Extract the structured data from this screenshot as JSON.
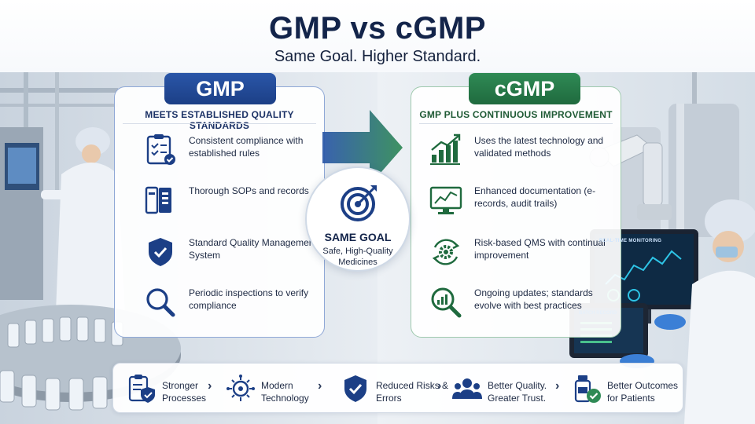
{
  "header": {
    "title": "GMP vs cGMP",
    "subtitle": "Same Goal. Higher Standard."
  },
  "gmp": {
    "label": "GMP",
    "subtitle": "MEETS ESTABLISHED QUALITY STANDARDS",
    "items": [
      {
        "icon": "checklist-icon",
        "text": "Consistent compliance with established rules"
      },
      {
        "icon": "binders-icon",
        "text": "Thorough SOPs and records"
      },
      {
        "icon": "shield-check-icon",
        "text": "Standard Quality Management System"
      },
      {
        "icon": "magnifier-icon",
        "text": "Periodic inspections to verify compliance"
      }
    ]
  },
  "cgmp": {
    "label": "cGMP",
    "subtitle": "GMP PLUS CONTINUOUS IMPROVEMENT",
    "items": [
      {
        "icon": "growth-chart-icon",
        "text": "Uses the latest technology and validated methods"
      },
      {
        "icon": "monitor-chart-icon",
        "text": "Enhanced documentation (e-records, audit trails)"
      },
      {
        "icon": "gear-cycle-icon",
        "text": "Risk-based QMS with continual improvement"
      },
      {
        "icon": "magnifier-chart-icon",
        "text": "Ongoing updates; standards evolve with best practices"
      }
    ]
  },
  "goal": {
    "icon": "target-icon",
    "title": "SAME GOAL",
    "desc": "Safe, High-Quality Medicines"
  },
  "benefits": [
    {
      "icon": "clipboard-shield-icon",
      "text": "Stronger Processes"
    },
    {
      "icon": "tech-gear-icon",
      "text": "Modern Technology"
    },
    {
      "icon": "shield-check-icon",
      "text": "Reduced Risks & Errors"
    },
    {
      "icon": "people-icon",
      "text": "Better Quality. Greater Trust."
    },
    {
      "icon": "bottle-check-icon",
      "text": "Better Outcomes for Patients"
    }
  ],
  "screens": {
    "monitor_title": "REAL-TIME MONITORING",
    "tablet_title": "BATCH RECORD"
  },
  "colors": {
    "gmp_blue": "#1c3f86",
    "cgmp_green": "#1f6a3e",
    "navy_text": "#13244a"
  }
}
